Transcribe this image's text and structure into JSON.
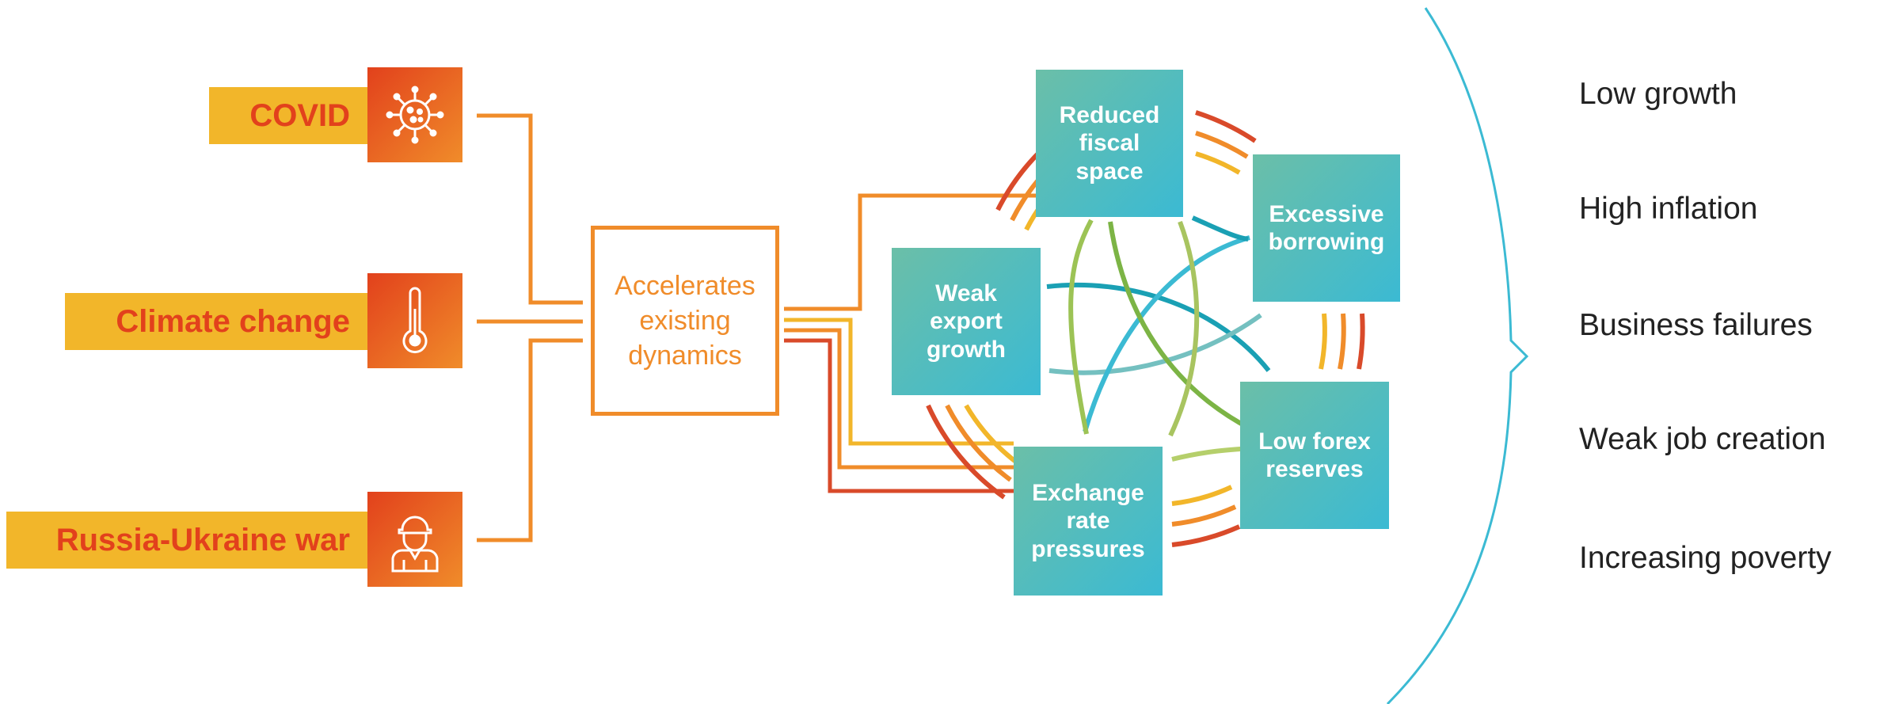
{
  "shocks": [
    {
      "label": "COVID",
      "icon": "virus-icon"
    },
    {
      "label": "Climate change",
      "icon": "thermometer-icon"
    },
    {
      "label": "Russia-Ukraine war",
      "icon": "soldier-icon"
    }
  ],
  "accelerator": {
    "label": "Accelerates existing dynamics"
  },
  "dynamics": [
    {
      "label": "Reduced\nfiscal\nspace"
    },
    {
      "label": "Excessive\nborrowing"
    },
    {
      "label": "Weak\nexport\ngrowth"
    },
    {
      "label": "Low forex\nreserves"
    },
    {
      "label": "Exchange\nrate\npressures"
    }
  ],
  "outcomes": [
    {
      "label": "Low growth"
    },
    {
      "label": "High inflation"
    },
    {
      "label": "Business failures"
    },
    {
      "label": "Weak job creation"
    },
    {
      "label": "Increasing poverty"
    }
  ],
  "colors": {
    "shock_label_bg": "#f2b62a",
    "shock_text": "#e2411c",
    "orange": "#f08c2a",
    "red": "#e2411c",
    "yellow": "#f2b62a",
    "teal": "#3bbad3",
    "green": "#9cc355",
    "bracket": "#3bbad3"
  }
}
